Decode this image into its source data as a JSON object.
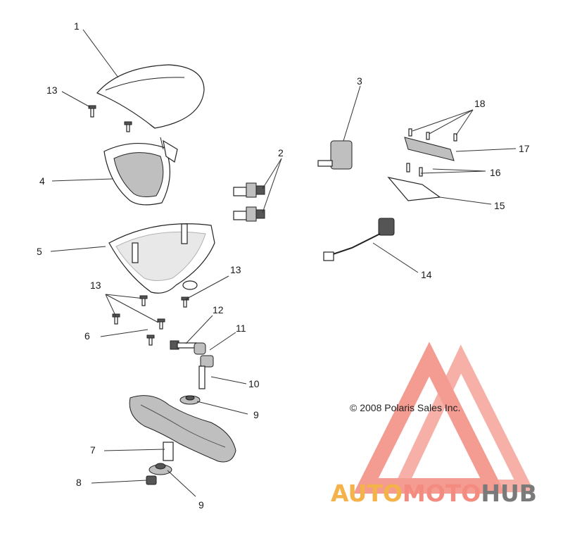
{
  "callouts": [
    "1",
    "2",
    "3",
    "4",
    "5",
    "6",
    "7",
    "8",
    "9",
    "9",
    "10",
    "11",
    "12",
    "13",
    "13",
    "13",
    "14",
    "15",
    "16",
    "17",
    "18"
  ],
  "copyright": "© 2008 Polaris Sales Inc.",
  "watermark": {
    "part1": "AUTO",
    "part2": "MOTO",
    "part3": "HUB",
    "color_part1": "#f4b24a",
    "color_part2": "#f48b80",
    "color_part3": "#7a7a7a",
    "logo_color": "#f48b80"
  }
}
